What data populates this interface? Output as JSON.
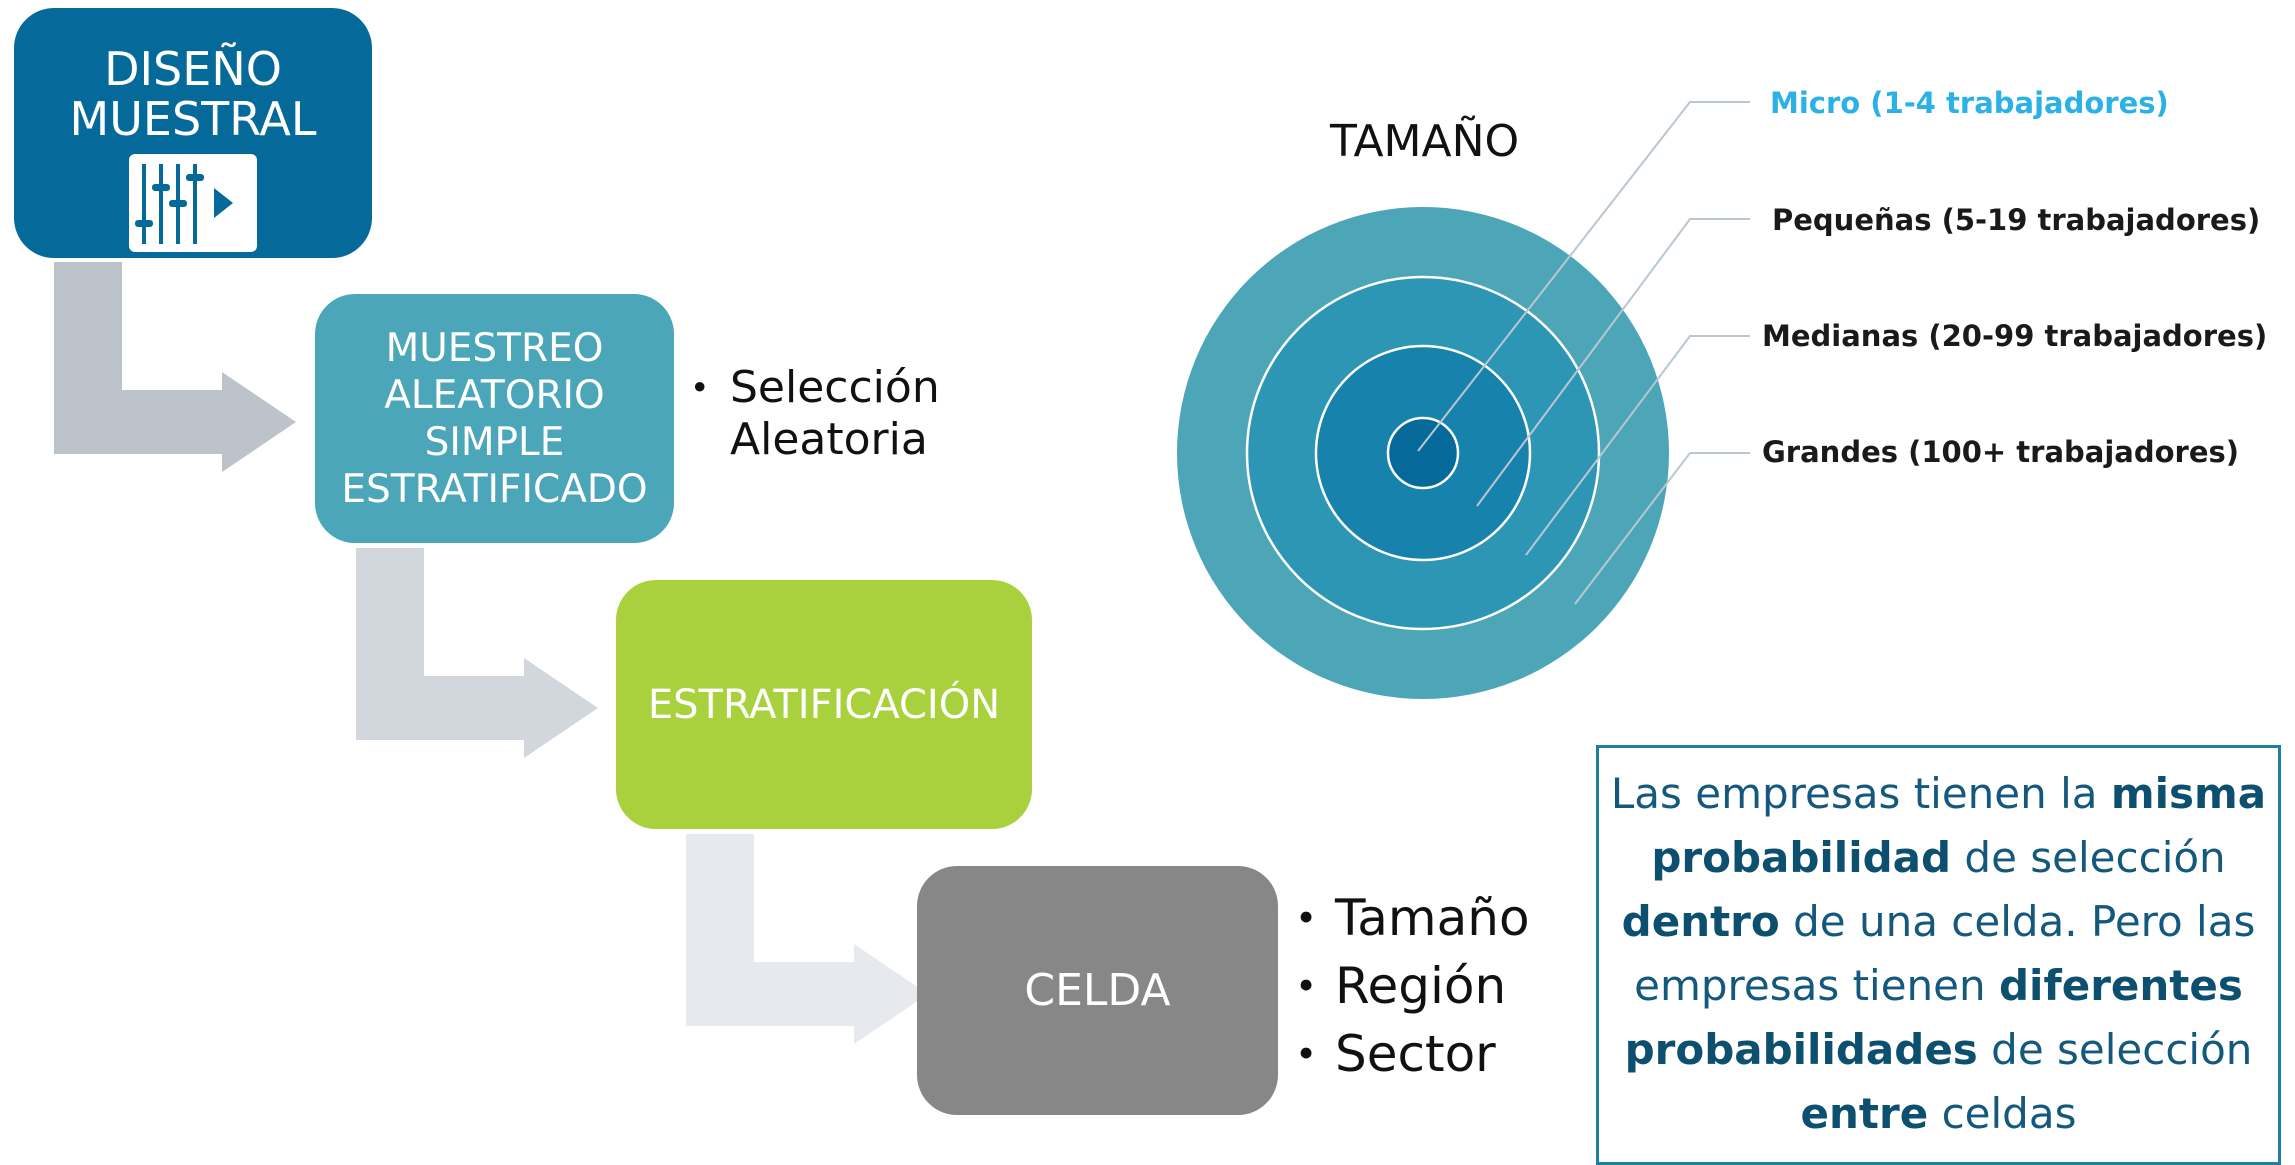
{
  "flow": {
    "diseno": {
      "lines": [
        "DISEÑO",
        "MUESTRAL"
      ]
    },
    "muestreo": {
      "lines": [
        "MUESTREO",
        "ALEATORIO",
        "SIMPLE",
        "ESTRATIFICADO"
      ]
    },
    "estratificacion": {
      "label": "ESTRATIFICACIÓN"
    },
    "celda": {
      "label": "CELDA"
    },
    "colors": {
      "diseno": "#05699a",
      "muestreo": "#4aa6b8",
      "estratificacion": "#a8d13d",
      "celda": "#878787",
      "arrows": [
        "#bcc3ca",
        "#d2d7dd",
        "#e6e9ed"
      ]
    }
  },
  "seleccion_bullets": [
    "Selección",
    "Aleatoria"
  ],
  "celda_bullets": [
    "Tamaño",
    "Región",
    "Sector"
  ],
  "tamano": {
    "title": "TAMAÑO",
    "labels": [
      "Micro (1-4 trabajadores)",
      "Pequeñas (5-19 trabajadores)",
      "Medianas (20-99 trabajadores)",
      "Grandes (100+ trabajadores)"
    ],
    "colors": {
      "micro": "#05699a",
      "pequenas": "#1782ab",
      "medianas": "#2e96b5",
      "grandes": "#4ca6b7",
      "micro_label": "#2bb1e6"
    }
  },
  "note": {
    "parts": [
      {
        "text": "Las empresas tienen la ",
        "bold": false
      },
      {
        "text": "misma probabilidad",
        "bold": true
      },
      {
        "text": " de selección ",
        "bold": false
      },
      {
        "text": "dentro",
        "bold": true
      },
      {
        "text": " de una celda. Pero las empresas tienen ",
        "bold": false
      },
      {
        "text": "diferentes probabilidades",
        "bold": true
      },
      {
        "text": " de selección ",
        "bold": false
      },
      {
        "text": "entre",
        "bold": true
      },
      {
        "text": " celdas",
        "bold": false
      }
    ]
  }
}
